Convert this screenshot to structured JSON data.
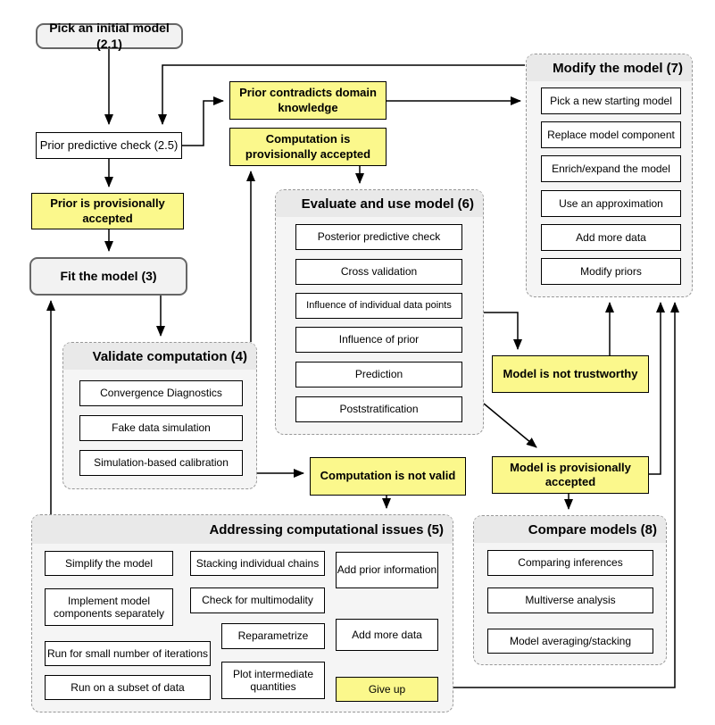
{
  "colors": {
    "highlight_yellow": "#FBF88C",
    "container_fill": "#F5F5F5",
    "container_header": "#E9E9E9",
    "rounded_node_fill": "#F2F2F2",
    "line_color": "#000000",
    "dashed_border": "#979797"
  },
  "nodes": {
    "pick_initial": "Pick an initial model (2.1)",
    "prior_check": "Prior predictive check (2.5)",
    "prior_contradicts": "Prior contradicts domain knowledge",
    "comp_prov_accepted": "Computation is provisionally accepted",
    "prior_prov_accepted": "Prior is provisionally accepted",
    "fit_model": "Fit the model (3)",
    "not_trustworthy": "Model is not trustworthy",
    "comp_not_valid": "Computation is not valid",
    "model_prov_accepted": "Model is provisionally accepted"
  },
  "containers": {
    "modify": {
      "title": "Modify the model (7)",
      "items": [
        "Pick a new starting model",
        "Replace model component",
        "Enrich/expand the model",
        "Use an approximation",
        "Add more data",
        "Modify priors"
      ]
    },
    "evaluate": {
      "title": "Evaluate and use model (6)",
      "items": [
        "Posterior predictive check",
        "Cross validation",
        "Influence of individual data points",
        "Influence of prior",
        "Prediction",
        "Poststratification"
      ]
    },
    "validate": {
      "title": "Validate computation (4)",
      "items": [
        "Convergence Diagnostics",
        "Fake data simulation",
        "Simulation-based calibration"
      ]
    },
    "addressing": {
      "title": "Addressing computational issues (5)",
      "items": [
        "Simplify the model",
        "Implement model components separately",
        "Run for small number of iterations",
        "Run on a subset of data",
        "Stacking individual chains",
        "Check for multimodality",
        "Reparametrize",
        "Plot intermediate quantities",
        "Add prior information",
        "Add more data",
        "Give up"
      ]
    },
    "compare": {
      "title": "Compare models (8)",
      "items": [
        "Comparing inferences",
        "Multiverse analysis",
        "Model averaging/stacking"
      ]
    }
  }
}
